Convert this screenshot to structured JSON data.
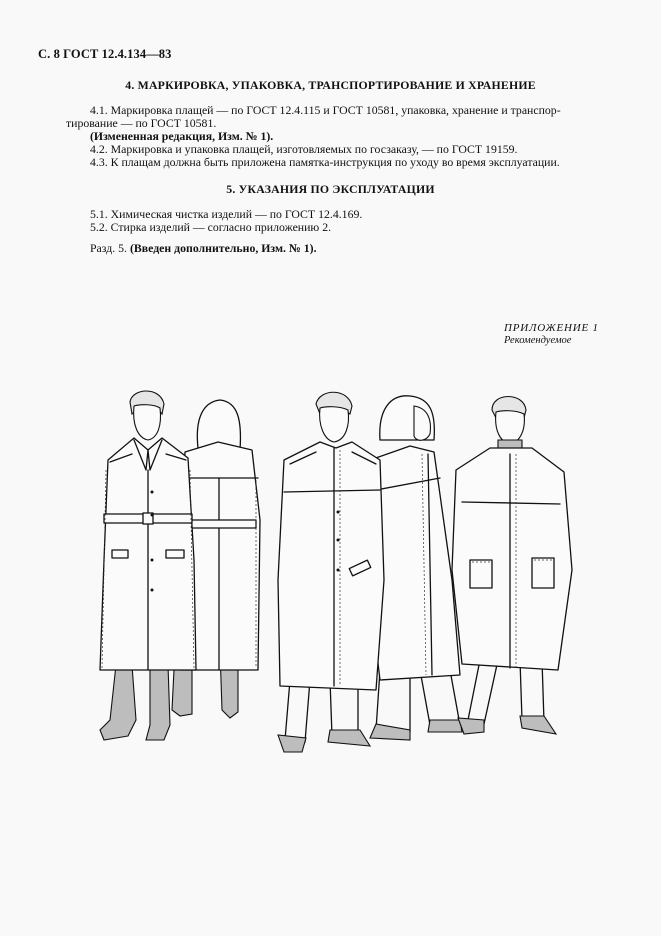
{
  "header": {
    "page_ref": "С. 8 ГОСТ 12.4.134—83"
  },
  "section4": {
    "title": "4. МАРКИРОВКА, УПАКОВКА, ТРАНСПОРТИРОВАНИЕ И ХРАНЕНИЕ",
    "p4_1_line1": "4.1.  Маркировка плащей — по ГОСТ 12.4.115 и ГОСТ 10581, упаковка, хранение и транспор-",
    "p4_1_line2": "тирование — по ГОСТ 10581.",
    "amendment": "(Измененная редакция, Изм. № 1).",
    "p4_2": "4.2.  Маркировка и упаковка плащей, изготовляемых по госзаказу, — по ГОСТ 19159.",
    "p4_3": "4.3.  К плащам должна быть приложена памятка-инструкция по уходу во время эксплуатации."
  },
  "section5": {
    "title": "5. УКАЗАНИЯ ПО ЭКСПЛУАТАЦИИ",
    "p5_1": "5.1.  Химическая чистка изделий — по ГОСТ 12.4.169.",
    "p5_2": "5.2.  Стирка изделий — согласно приложению 2.",
    "note_prefix": "Разд.  5.",
    "note_bold": "(Введен дополнительно, Изм. № 1)."
  },
  "appendix": {
    "title": "ПРИЛОЖЕНИЕ 1",
    "subtitle": "Рекомендуемое"
  },
  "figure": {
    "description": "Illustration of five men wearing raincoat models: belted coat front, belted coat back with hood, yoked coat front, hooded coat side, hooded coat with pockets front",
    "figures": [
      "belted-coat-front",
      "belted-coat-back",
      "yoked-coat-front",
      "hooded-coat-side",
      "hooded-coat-pockets-front"
    ]
  }
}
